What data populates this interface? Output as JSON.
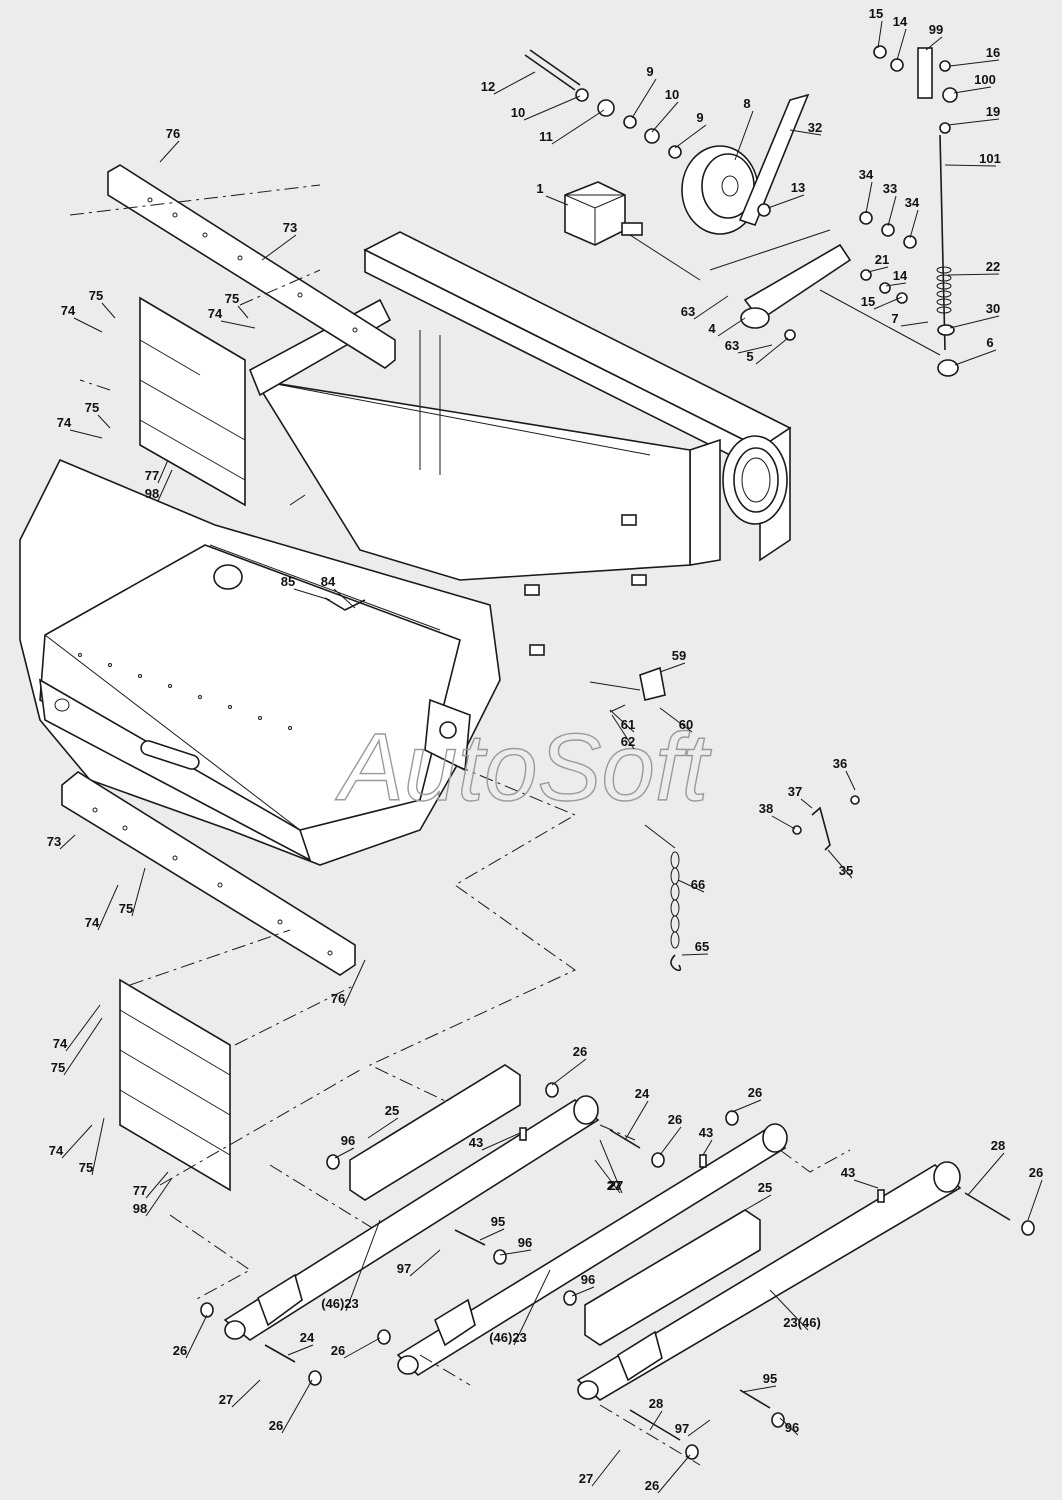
{
  "watermark": "AutoSoft",
  "callouts": [
    {
      "label": "15"
    },
    {
      "label": "14"
    },
    {
      "label": "99"
    },
    {
      "label": "16"
    },
    {
      "label": "100"
    },
    {
      "label": "19"
    },
    {
      "label": "101"
    },
    {
      "label": "22"
    },
    {
      "label": "30"
    },
    {
      "label": "6"
    },
    {
      "label": "7"
    },
    {
      "label": "21"
    },
    {
      "label": "14"
    },
    {
      "label": "15"
    },
    {
      "label": "34"
    },
    {
      "label": "33"
    },
    {
      "label": "34"
    },
    {
      "label": "12"
    },
    {
      "label": "10"
    },
    {
      "label": "11"
    },
    {
      "label": "9"
    },
    {
      "label": "10"
    },
    {
      "label": "9"
    },
    {
      "label": "8"
    },
    {
      "label": "32"
    },
    {
      "label": "1"
    },
    {
      "label": "13"
    },
    {
      "label": "63"
    },
    {
      "label": "4"
    },
    {
      "label": "63"
    },
    {
      "label": "5"
    },
    {
      "label": "76"
    },
    {
      "label": "73"
    },
    {
      "label": "75"
    },
    {
      "label": "74"
    },
    {
      "label": "75"
    },
    {
      "label": "74"
    },
    {
      "label": "75"
    },
    {
      "label": "74"
    },
    {
      "label": "77"
    },
    {
      "label": "98"
    },
    {
      "label": "85"
    },
    {
      "label": "84"
    },
    {
      "label": "59"
    },
    {
      "label": "61"
    },
    {
      "label": "60"
    },
    {
      "label": "62"
    },
    {
      "label": "36"
    },
    {
      "label": "37"
    },
    {
      "label": "38"
    },
    {
      "label": "35"
    },
    {
      "label": "73"
    },
    {
      "label": "74"
    },
    {
      "label": "75"
    },
    {
      "label": "66"
    },
    {
      "label": "65"
    },
    {
      "label": "76"
    },
    {
      "label": "74"
    },
    {
      "label": "75"
    },
    {
      "label": "74"
    },
    {
      "label": "75"
    },
    {
      "label": "77"
    },
    {
      "label": "98"
    },
    {
      "label": "26"
    },
    {
      "label": "24"
    },
    {
      "label": "26"
    },
    {
      "label": "26"
    },
    {
      "label": "25"
    },
    {
      "label": "96"
    },
    {
      "label": "43"
    },
    {
      "label": "43"
    },
    {
      "label": "27"
    },
    {
      "label": "43"
    },
    {
      "label": "28"
    },
    {
      "label": "26"
    },
    {
      "label": "25"
    },
    {
      "label": "95"
    },
    {
      "label": "96"
    },
    {
      "label": "97"
    },
    {
      "label": "27"
    },
    {
      "label": "(46)23"
    },
    {
      "label": "96"
    },
    {
      "label": "(46)23"
    },
    {
      "label": "23(46)"
    },
    {
      "label": "26"
    },
    {
      "label": "24"
    },
    {
      "label": "26"
    },
    {
      "label": "27"
    },
    {
      "label": "26"
    },
    {
      "label": "95"
    },
    {
      "label": "96"
    },
    {
      "label": "28"
    },
    {
      "label": "97"
    },
    {
      "label": "27"
    },
    {
      "label": "26"
    }
  ]
}
